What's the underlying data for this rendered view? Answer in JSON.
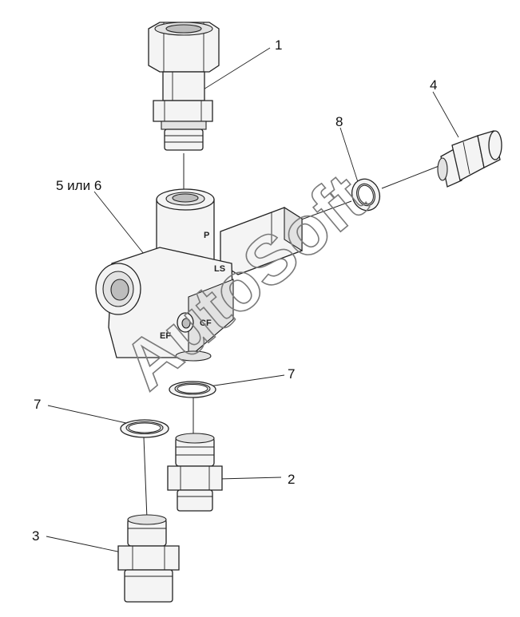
{
  "callouts": {
    "c1": "1",
    "c2": "2",
    "c3": "3",
    "c4": "4",
    "c5": "5 или 6",
    "c7a": "7",
    "c7b": "7",
    "c8": "8"
  },
  "port_labels": {
    "p": "P",
    "ls": "LS",
    "ef": "EF",
    "cf": "CF"
  },
  "watermark": "AutoSoft"
}
